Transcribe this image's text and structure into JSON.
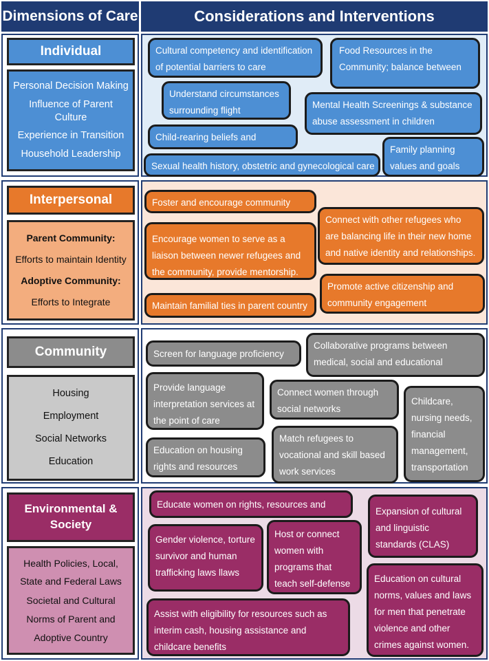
{
  "header": {
    "left": "Dimensions of Care",
    "right": "Considerations and Interventions"
  },
  "individual": {
    "title": "Individual",
    "items": [
      "Personal Decision Making",
      "Influence of Parent Culture",
      "Experience in Transition",
      "Household Leadership"
    ],
    "cards": [
      "Cultural competency and identification of potential barriers to care",
      "Food Resources in the Community; balance between",
      "Understand circumstances surrounding flight",
      "Mental Health Screenings & substance abuse assessment in children",
      "Child-rearing beliefs and practices",
      "Family planning values and goals",
      "Sexual health history, obstetric and gynecological care"
    ],
    "color": "#4d8fd4"
  },
  "interpersonal": {
    "title": "Interpersonal",
    "items": [
      "Parent Community:",
      "Efforts to maintain Identity",
      "Adoptive Community:",
      "Efforts to Integrate"
    ],
    "cards": [
      "Foster and encourage community hubs",
      "Connect with other refugees who are balancing life in their new home and native identity and relationships.",
      "Encourage women to serve as a liaison between newer refugees and the community, provide mentorship.",
      "Promote active citizenship and community engagement",
      "Maintain familial ties in parent country"
    ],
    "color": "#e7792b"
  },
  "community": {
    "title": "Community",
    "items": [
      "Housing",
      "Employment",
      "Social Networks",
      "Education"
    ],
    "cards": [
      "Screen for language proficiency",
      "Collaborative programs between medical, social and educational services",
      "Provide language interpretation services at the point of care",
      "Connect women through social networks",
      "Childcare, nursing needs, financial management, transportation",
      "Education on housing rights and resources",
      "Match refugees to vocational and skill based work services"
    ],
    "color": "#8c8c8c"
  },
  "environmental": {
    "title": "Environmental & Society",
    "items": [
      "Health Policies, Local, State and Federal Laws",
      "Societal and Cultural Norms of Parent and Adoptive Country"
    ],
    "cards": [
      "Educate women on rights, resources and laws",
      "Expansion of cultural and linguistic standards (CLAS)",
      "Gender violence, torture survivor and human trafficking laws llaws",
      "Host or connect women with programs that teach self-defense",
      "Education on cultural norms, values and laws for men that penetrate violence and other crimes against women.",
      "Assist with eligibility for resources such as interim cash, housing assistance and childcare benefits"
    ],
    "color": "#9a2d66"
  }
}
